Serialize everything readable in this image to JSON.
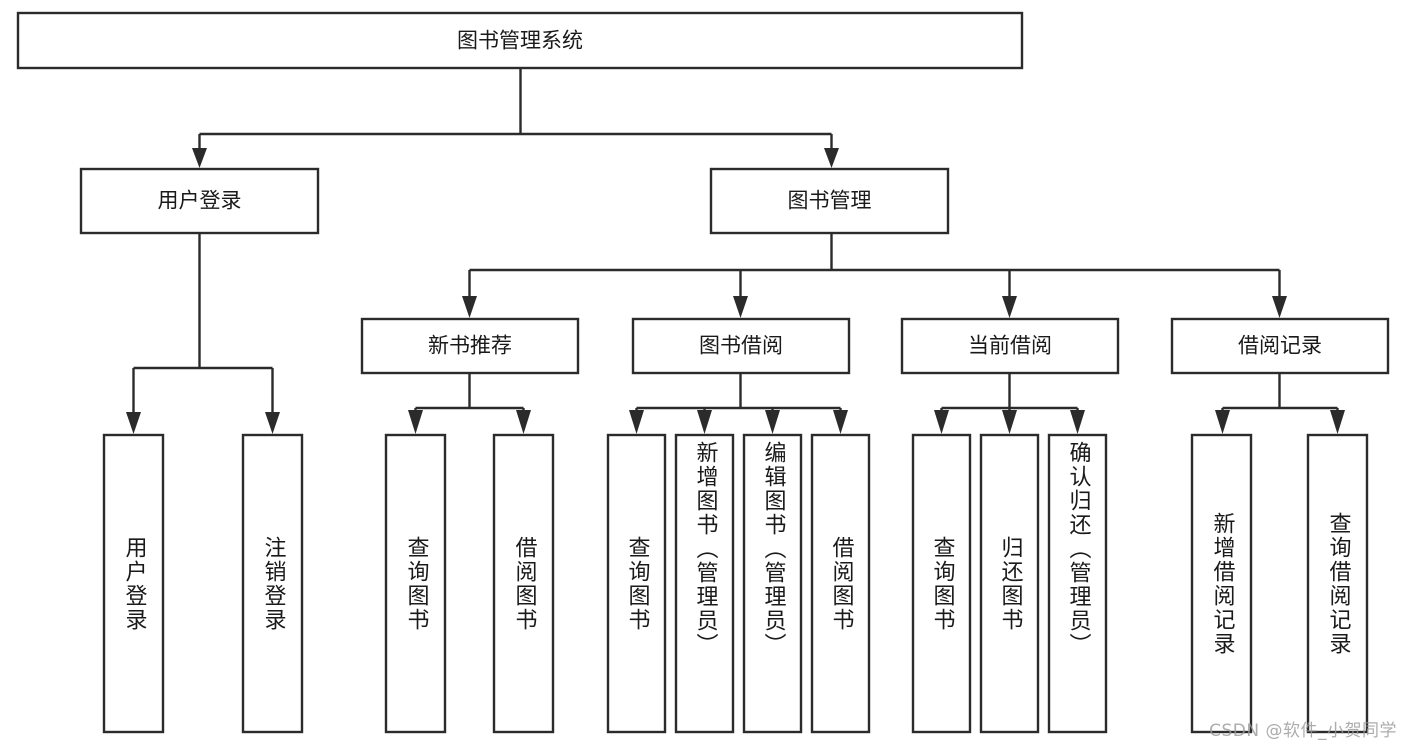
{
  "diagram": {
    "type": "tree-hierarchy",
    "title": "图书管理系统",
    "watermark": "CSDN @软件_小贺同学",
    "colors": {
      "stroke": "#2b2b2b",
      "fill": "#ffffff",
      "text": "#1a1a1a",
      "watermark": "#9a9a9a",
      "background": "#ffffff"
    },
    "root": {
      "label": "图书管理系统"
    },
    "level1": [
      {
        "label": "用户登录"
      },
      {
        "label": "图书管理"
      }
    ],
    "level2": [
      {
        "label": "新书推荐"
      },
      {
        "label": "图书借阅"
      },
      {
        "label": "当前借阅"
      },
      {
        "label": "借阅记录"
      }
    ],
    "leaves": {
      "user_login": [
        {
          "label": "用户登录",
          "align": "center"
        },
        {
          "label": "注销登录",
          "align": "center"
        }
      ],
      "new_book": [
        {
          "label": "查询图书",
          "align": "center"
        },
        {
          "label": "借阅图书",
          "align": "center"
        }
      ],
      "borrow_book": [
        {
          "label": "查询图书",
          "align": "center"
        },
        {
          "label": "新增图书（管理员）",
          "align": "top"
        },
        {
          "label": "编辑图书（管理员）",
          "align": "top"
        },
        {
          "label": "借阅图书",
          "align": "center"
        }
      ],
      "current_borrow": [
        {
          "label": "查询图书",
          "align": "center"
        },
        {
          "label": "归还图书",
          "align": "center"
        },
        {
          "label": "确认归还（管理员）",
          "align": "top"
        }
      ],
      "borrow_record": [
        {
          "label": "新增借阅记录",
          "align": "center"
        },
        {
          "label": "查询借阅记录",
          "align": "center"
        }
      ]
    }
  }
}
